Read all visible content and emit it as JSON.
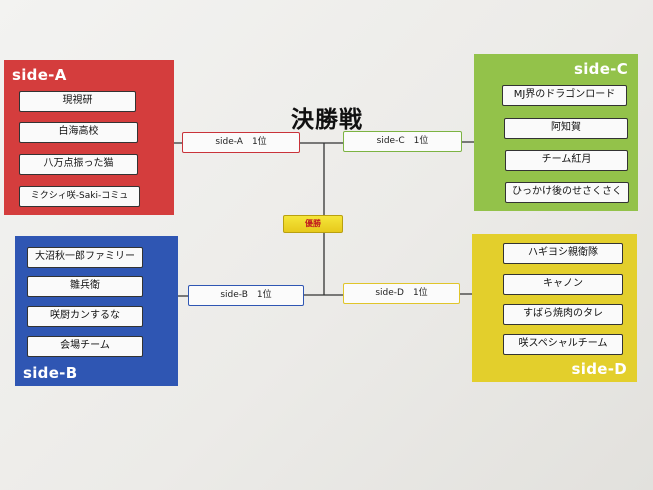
{
  "title": "決勝戦",
  "champion_label": "優勝",
  "sides": {
    "a": {
      "label": "side-A",
      "color": "#d43d3d",
      "teams": [
        "現視研",
        "白海高校",
        "八万点振った猫",
        "ミクシィ咲-Saki-コミュ"
      ]
    },
    "b": {
      "label": "side-B",
      "color": "#2f56b3",
      "teams": [
        "大沼秋一郎ファミリー",
        "雛兵衛",
        "咲厨カンするな",
        "会場チーム"
      ]
    },
    "c": {
      "label": "side-C",
      "color": "#93c24a",
      "teams": [
        "MJ界のドラゴンロード",
        "阿知賀",
        "チーム紅月",
        "ひっかけ後のせさくさく"
      ]
    },
    "d": {
      "label": "side-D",
      "color": "#e3cf2c",
      "teams": [
        "ハギヨシ親衛隊",
        "キャノン",
        "すばら焼肉のタレ",
        "咲スペシャルチーム"
      ]
    }
  },
  "seeds": {
    "a": "side-A　1位",
    "c": "side-C　1位",
    "b": "side-B　1位",
    "d": "side-D　1位"
  }
}
